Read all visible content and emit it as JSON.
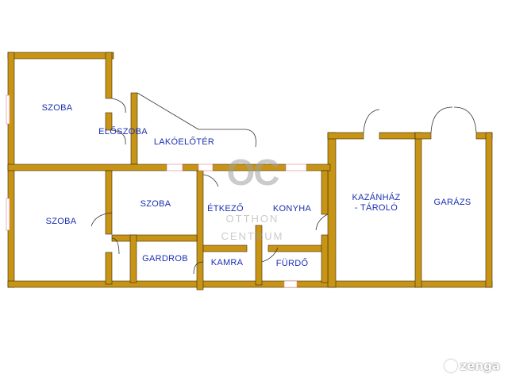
{
  "colors": {
    "wall": "#c89416",
    "wall_edge": "#3a2a06",
    "label": "#1a2fb0",
    "window": "#e08080"
  },
  "rooms": {
    "szoba_top": "SZOBA",
    "eloszoba": "ELŐSZOBA",
    "lakoeloter": "LAKÓELŐTÉR",
    "szoba_left": "SZOBA",
    "szoba_mid": "SZOBA",
    "gardrob": "GARDROB",
    "etkezo": "ÉTKEZŐ",
    "konyha": "KONYHA",
    "kamra": "KAMRA",
    "furdo": "FÜRDŐ",
    "kazanhaz_line1": "KAZÁNHÁZ",
    "kazanhaz_line2": "- TÁROLÓ",
    "garazs": "GARÁZS"
  },
  "watermark": {
    "logo": "OC",
    "line1": "OTTHON",
    "line2": "CENTRUM"
  },
  "brand": {
    "name": "zenga",
    "icon": "zenga-logo-icon"
  }
}
